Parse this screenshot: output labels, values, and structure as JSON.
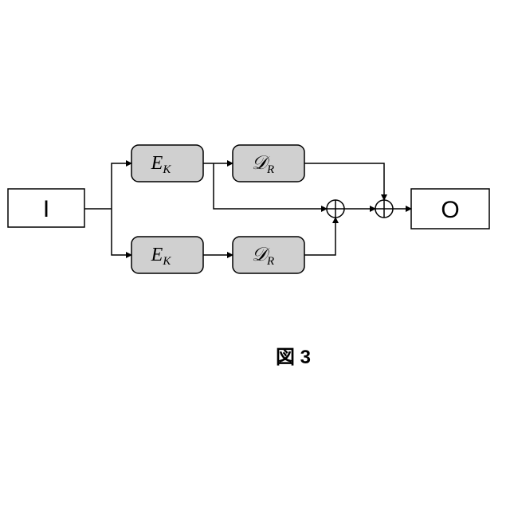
{
  "input_block": {
    "label": "I"
  },
  "output_block": {
    "label": "O"
  },
  "encoder_label": {
    "main": "E",
    "sub": "K"
  },
  "decoder_label": {
    "main": "𝒟",
    "sub": "R"
  },
  "caption": "図 3",
  "colors": {
    "block_fill": "#d0d0d0",
    "stroke": "#000000",
    "background": "#ffffff"
  }
}
